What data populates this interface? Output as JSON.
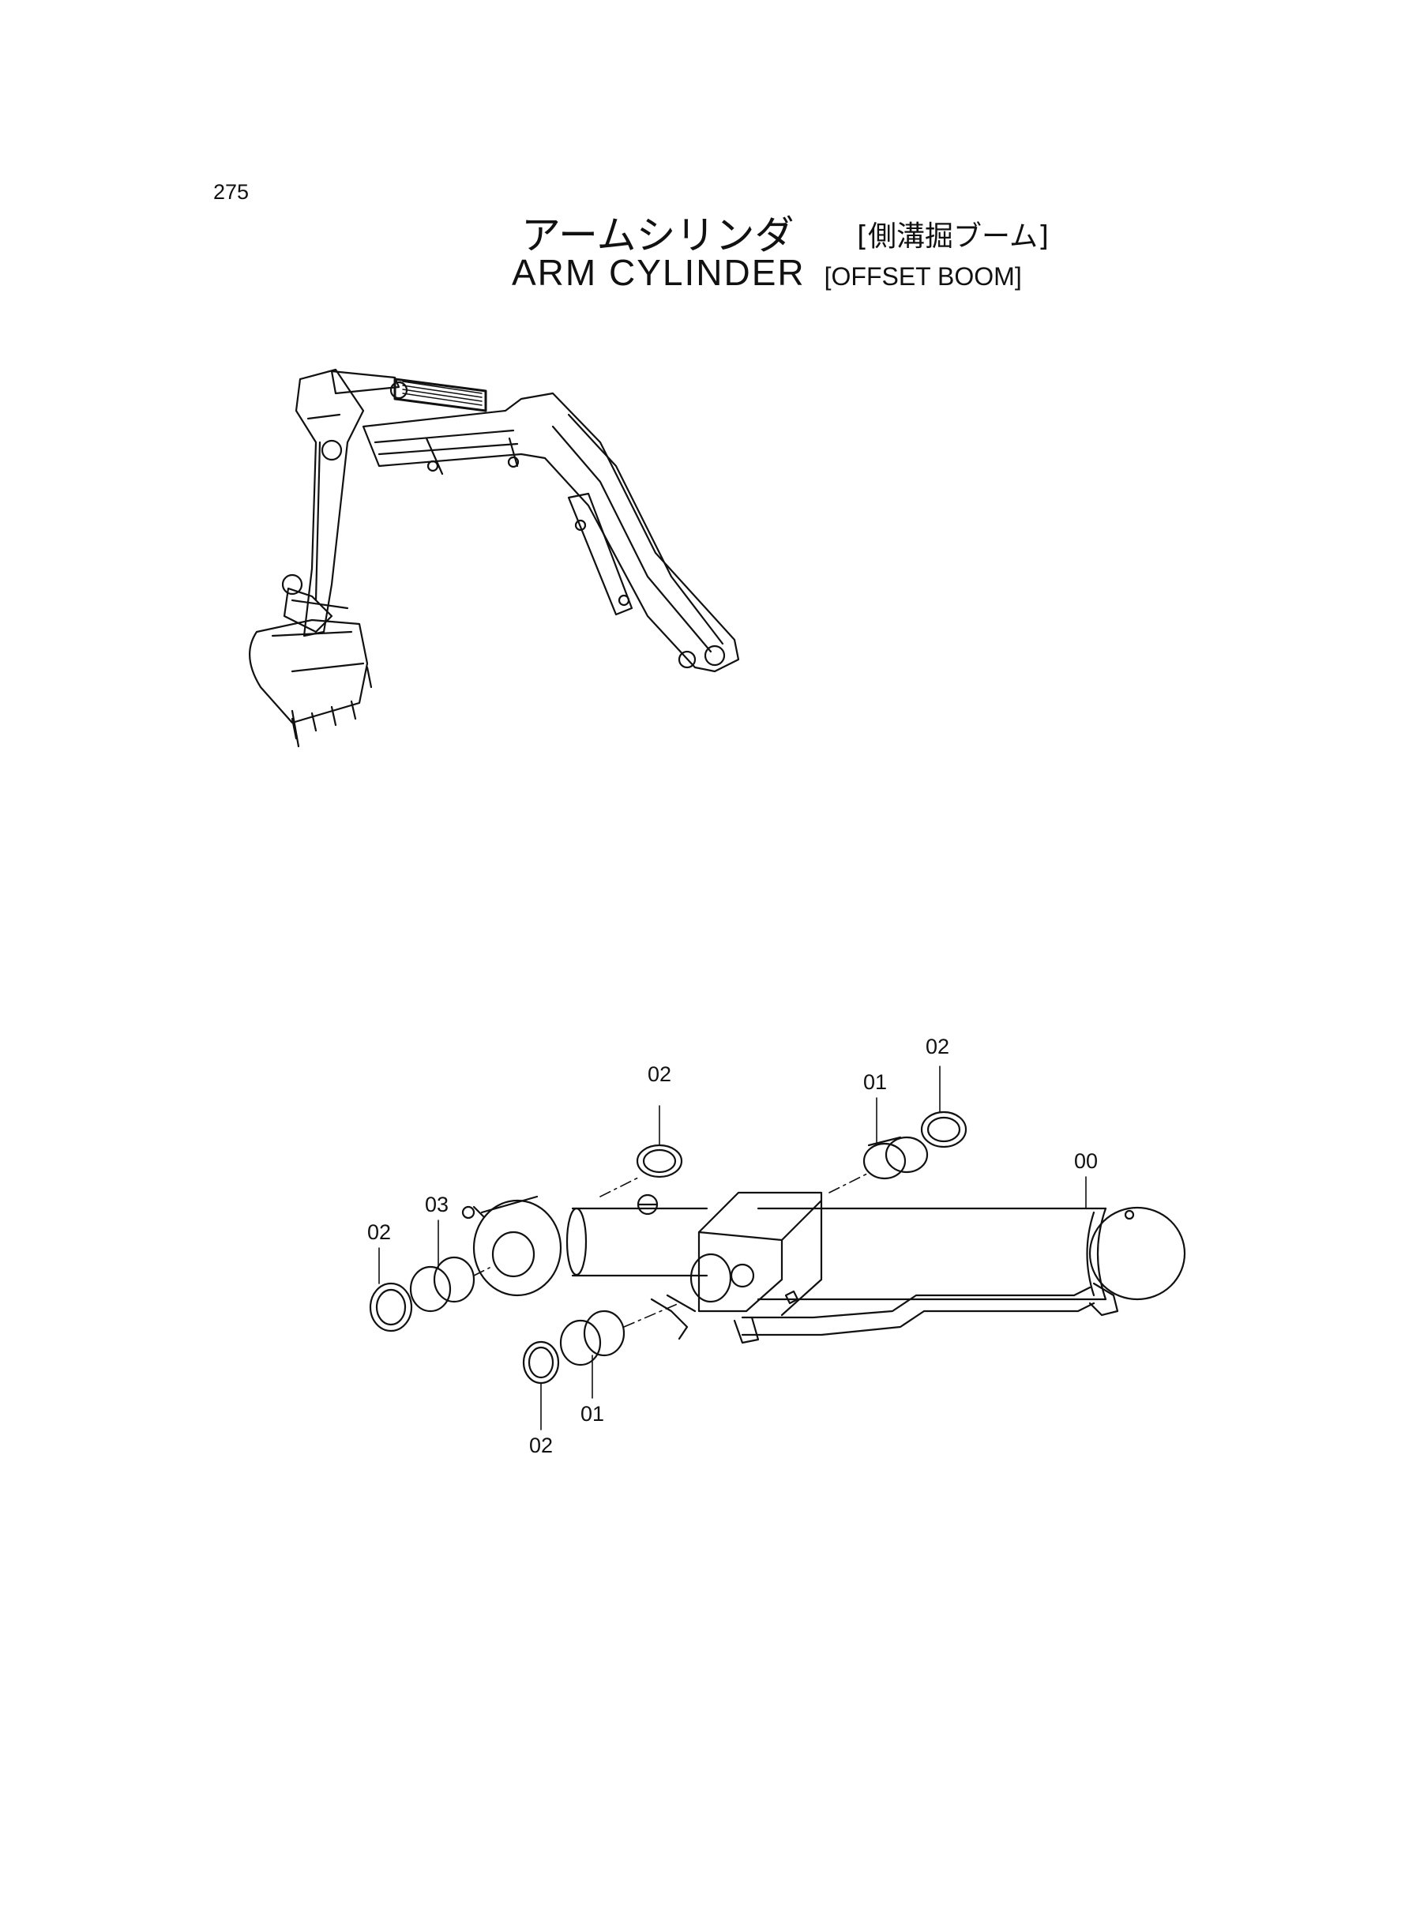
{
  "page": {
    "number": "275"
  },
  "title": {
    "jp_main": "アームシリンダ",
    "jp_sub": "[側溝掘ブーム]",
    "en_main": "ARM  CYLINDER",
    "en_sub": "[OFFSET BOOM]"
  },
  "callouts": [
    {
      "id": "c1",
      "label": "02"
    },
    {
      "id": "c2",
      "label": "01"
    },
    {
      "id": "c3",
      "label": "02"
    },
    {
      "id": "c4",
      "label": "00"
    },
    {
      "id": "c5",
      "label": "03"
    },
    {
      "id": "c6",
      "label": "02"
    },
    {
      "id": "c7",
      "label": "02"
    },
    {
      "id": "c8",
      "label": "01"
    }
  ]
}
